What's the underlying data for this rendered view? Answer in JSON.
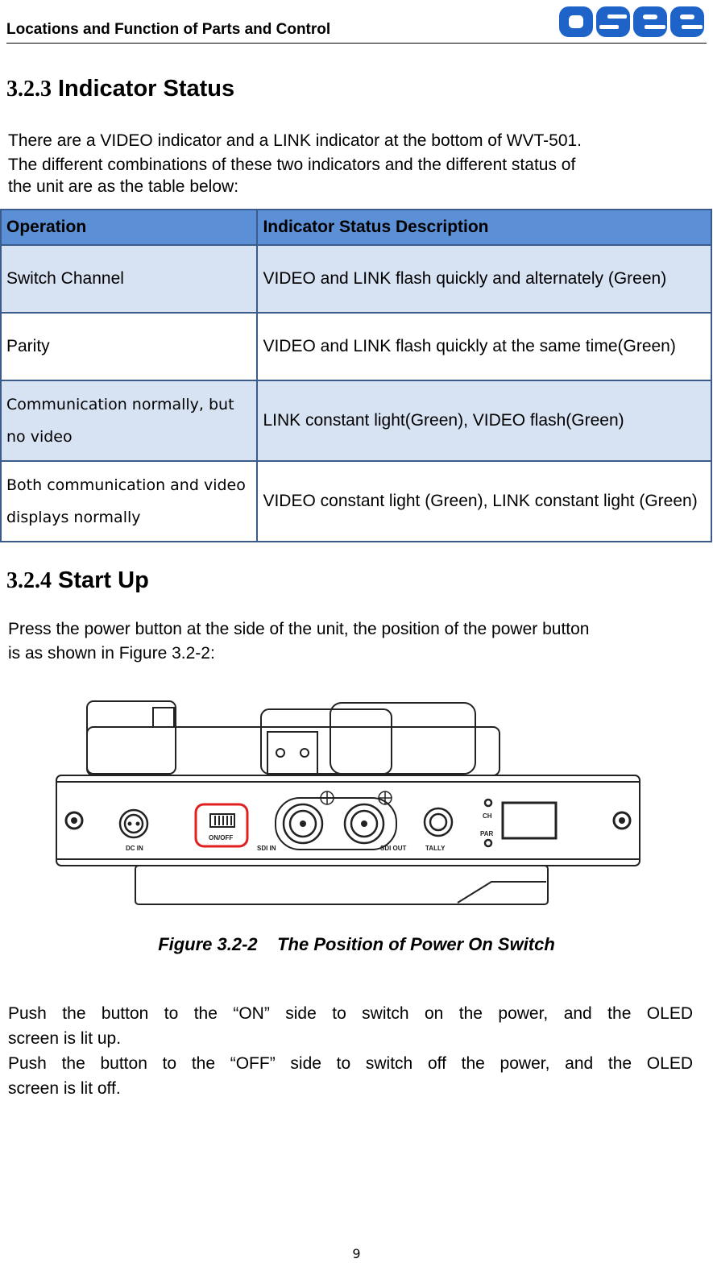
{
  "header": {
    "title": "Locations and Function of Parts and Control",
    "logo_text": "osee"
  },
  "section_323": {
    "number": "3.2.3",
    "title": "Indicator Status",
    "intro": [
      "There are a VIDEO indicator and a LINK indicator at the bottom of WVT-501.",
      "The different combinations of these two indicators and the different status of",
      "the unit are as the table below:"
    ]
  },
  "table": {
    "headers": [
      "Operation",
      "Indicator Status Description"
    ],
    "rows": [
      {
        "operation": "Switch Channel",
        "description": "VIDEO and LINK flash quickly and alternately (Green)"
      },
      {
        "operation": "Parity",
        "description": "VIDEO and LINK flash quickly at the same time(Green)"
      },
      {
        "operation": "Communication normally, but no video",
        "description": "LINK constant light(Green), VIDEO flash(Green)"
      },
      {
        "operation": "Both communication and video displays normally",
        "description": "VIDEO constant light (Green), LINK constant light (Green)"
      }
    ]
  },
  "section_324": {
    "number": "3.2.4",
    "title": "Start Up",
    "intro": [
      "Press the power button at the side of the unit, the position of the power button",
      "is as shown in Figure 3.2-2:"
    ]
  },
  "figure": {
    "labels": {
      "dc_in": "DC IN",
      "on_off": "ON/OFF",
      "sdi_in": "SDI IN",
      "sdi_out": "SDI OUT",
      "tally": "TALLY",
      "ch": "CH",
      "par": "PAR"
    },
    "highlight_color": "#e02020",
    "caption": "Figure 3.2-2    The Position of Power On Switch"
  },
  "body": {
    "lines": [
      "Push the button to the “ON” side to switch on the power, and the OLED",
      "screen is lit up.",
      "Push the button to the “OFF” side to switch off the power, and the OLED",
      "screen is lit off."
    ]
  },
  "page_number": "9",
  "colors": {
    "table_header": "#5b8fd6",
    "table_alt_row": "#d7e2f2",
    "logo_blue": "#1e63c8"
  }
}
